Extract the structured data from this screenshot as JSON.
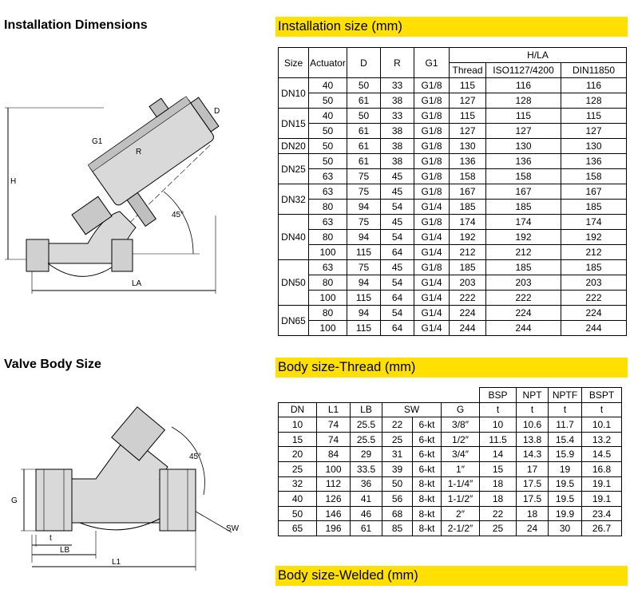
{
  "left": {
    "heading_install": "Installation Dimensions",
    "heading_body": "Valve Body Size"
  },
  "drawing1": {
    "labels": {
      "D": "D",
      "G1": "G1",
      "R": "R",
      "H": "H",
      "angle": "45°",
      "LA": "LA"
    }
  },
  "drawing2": {
    "labels": {
      "G": "G",
      "t": "t",
      "LB": "LB",
      "L1": "L1",
      "SW": "SW",
      "angle": "45°"
    }
  },
  "install_table": {
    "title": "Installation size (mm)",
    "headers": {
      "size": "Size",
      "actuator": "Actuator",
      "d": "D",
      "r": "R",
      "g1": "G1",
      "hla": "H/LA",
      "thread": "Thread",
      "iso": "ISO1127/4200",
      "din": "DIN11850"
    },
    "groups": [
      {
        "size": "DN10",
        "rows": [
          [
            "40",
            "50",
            "33",
            "G1/8",
            "115",
            "116",
            "116"
          ],
          [
            "50",
            "61",
            "38",
            "G1/8",
            "127",
            "128",
            "128"
          ]
        ]
      },
      {
        "size": "DN15",
        "rows": [
          [
            "40",
            "50",
            "33",
            "G1/8",
            "115",
            "115",
            "115"
          ],
          [
            "50",
            "61",
            "38",
            "G1/8",
            "127",
            "127",
            "127"
          ]
        ]
      },
      {
        "size": "DN20",
        "rows": [
          [
            "50",
            "61",
            "38",
            "G1/8",
            "130",
            "130",
            "130"
          ]
        ]
      },
      {
        "size": "DN25",
        "rows": [
          [
            "50",
            "61",
            "38",
            "G1/8",
            "136",
            "136",
            "136"
          ],
          [
            "63",
            "75",
            "45",
            "G1/8",
            "158",
            "158",
            "158"
          ]
        ]
      },
      {
        "size": "DN32",
        "rows": [
          [
            "63",
            "75",
            "45",
            "G1/8",
            "167",
            "167",
            "167"
          ],
          [
            "80",
            "94",
            "54",
            "G1/4",
            "185",
            "185",
            "185"
          ]
        ]
      },
      {
        "size": "DN40",
        "rows": [
          [
            "63",
            "75",
            "45",
            "G1/8",
            "174",
            "174",
            "174"
          ],
          [
            "80",
            "94",
            "54",
            "G1/4",
            "192",
            "192",
            "192"
          ],
          [
            "100",
            "115",
            "64",
            "G1/4",
            "212",
            "212",
            "212"
          ]
        ]
      },
      {
        "size": "DN50",
        "rows": [
          [
            "63",
            "75",
            "45",
            "G1/8",
            "185",
            "185",
            "185"
          ],
          [
            "80",
            "94",
            "54",
            "G1/4",
            "203",
            "203",
            "203"
          ],
          [
            "100",
            "115",
            "64",
            "G1/4",
            "222",
            "222",
            "222"
          ]
        ]
      },
      {
        "size": "DN65",
        "rows": [
          [
            "80",
            "94",
            "54",
            "G1/4",
            "224",
            "224",
            "224"
          ],
          [
            "100",
            "115",
            "64",
            "G1/4",
            "244",
            "244",
            "244"
          ]
        ]
      }
    ]
  },
  "thread_table": {
    "title": "Body size-Thread (mm)",
    "top_headers": [
      "BSP",
      "NPT",
      "NPTF",
      "BSPT"
    ],
    "headers": [
      "DN",
      "L1",
      "LB",
      "SW",
      "G",
      "t",
      "t",
      "t",
      "t"
    ],
    "rows": [
      [
        "10",
        "74",
        "25.5",
        "22",
        "6-kt",
        "3/8″",
        "10",
        "10.6",
        "11.7",
        "10.1"
      ],
      [
        "15",
        "74",
        "25.5",
        "25",
        "6-kt",
        "1/2″",
        "11.5",
        "13.8",
        "15.4",
        "13.2"
      ],
      [
        "20",
        "84",
        "29",
        "31",
        "6-kt",
        "3/4″",
        "14",
        "14.3",
        "15.9",
        "14.5"
      ],
      [
        "25",
        "100",
        "33.5",
        "39",
        "6-kt",
        "1″",
        "15",
        "17",
        "19",
        "16.8"
      ],
      [
        "32",
        "112",
        "36",
        "50",
        "8-kt",
        "1-1/4″",
        "18",
        "17.5",
        "19.5",
        "19.1"
      ],
      [
        "40",
        "126",
        "41",
        "56",
        "8-kt",
        "1-1/2″",
        "18",
        "17.5",
        "19.5",
        "19.1"
      ],
      [
        "50",
        "146",
        "46",
        "68",
        "8-kt",
        "2″",
        "22",
        "18",
        "19.9",
        "23.4"
      ],
      [
        "65",
        "196",
        "61",
        "85",
        "8-kt",
        "2-1/2″",
        "25",
        "24",
        "30",
        "26.7"
      ]
    ]
  },
  "welded": {
    "title": "Body size-Welded (mm)"
  },
  "colors": {
    "band": "#ffe000",
    "line": "#000000",
    "body_fill": "#d9d9d9"
  }
}
